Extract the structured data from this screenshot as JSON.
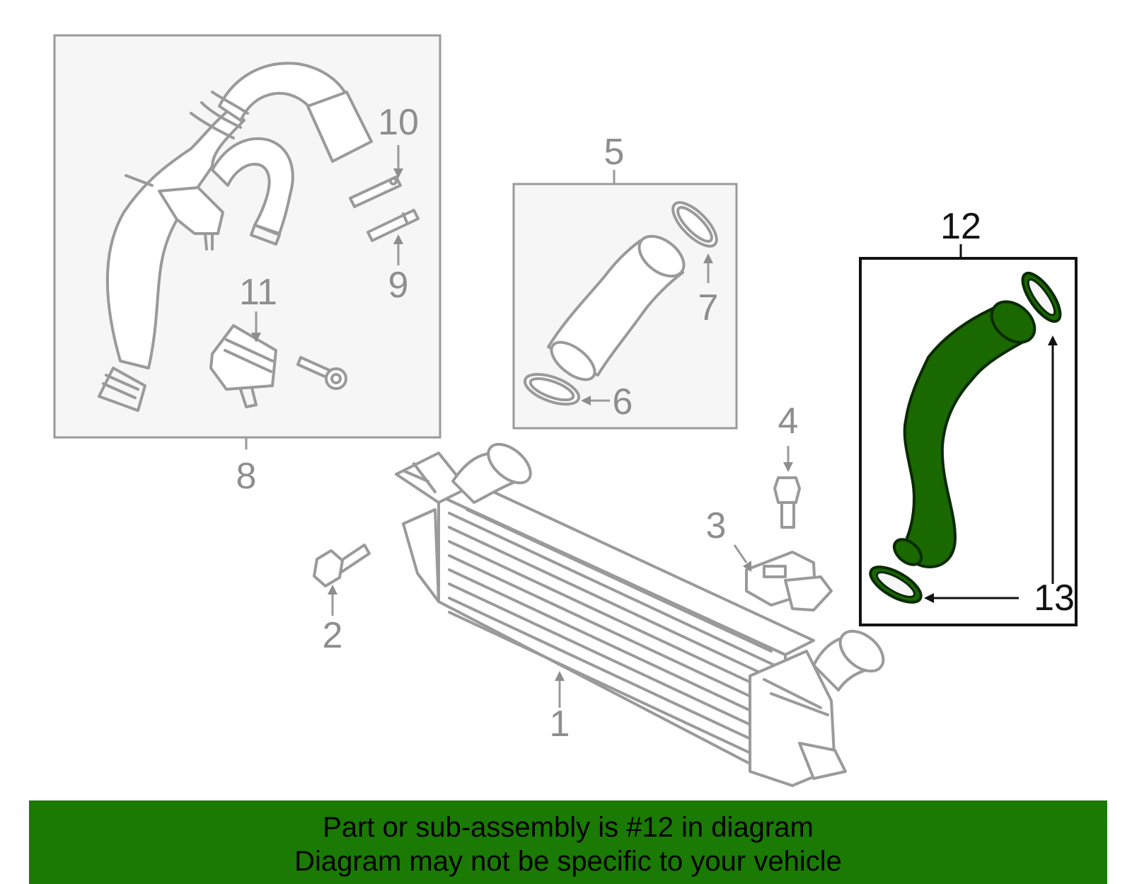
{
  "diagram": {
    "callouts": {
      "c1": "1",
      "c2": "2",
      "c3": "3",
      "c4": "4",
      "c5": "5",
      "c6": "6",
      "c7": "7",
      "c8": "8",
      "c9": "9",
      "c10": "10",
      "c11": "11",
      "c12": "12",
      "c13": "13"
    },
    "highlighted_part": "12",
    "colors": {
      "highlight": "#1a6800",
      "banner": "#1a7a04",
      "part_line": "#9a9a9a",
      "panel": "#f6f6f6"
    }
  },
  "banner": {
    "line1": "Part or sub-assembly is #12 in diagram",
    "line2": "Diagram may not be specific to your vehicle"
  }
}
